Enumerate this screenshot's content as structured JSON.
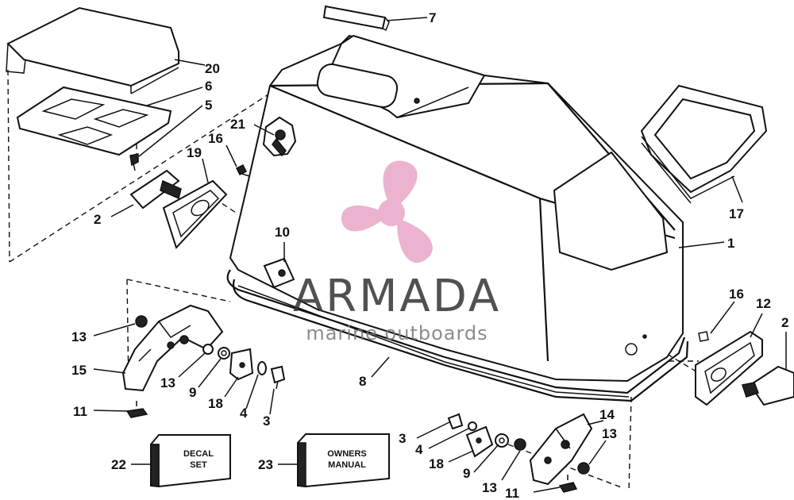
{
  "callouts": [
    {
      "id": "c7",
      "text": "7"
    },
    {
      "id": "c20",
      "text": "20"
    },
    {
      "id": "c6",
      "text": "6"
    },
    {
      "id": "c5",
      "text": "5"
    },
    {
      "id": "c21",
      "text": "21"
    },
    {
      "id": "c16a",
      "text": "16"
    },
    {
      "id": "c19",
      "text": "19"
    },
    {
      "id": "c2a",
      "text": "2"
    },
    {
      "id": "c17",
      "text": "17"
    },
    {
      "id": "c1",
      "text": "1"
    },
    {
      "id": "c10",
      "text": "10"
    },
    {
      "id": "c16b",
      "text": "16"
    },
    {
      "id": "c12",
      "text": "12"
    },
    {
      "id": "c2b",
      "text": "2"
    },
    {
      "id": "c13a",
      "text": "13"
    },
    {
      "id": "c15",
      "text": "15"
    },
    {
      "id": "c13b",
      "text": "13"
    },
    {
      "id": "c9a",
      "text": "9"
    },
    {
      "id": "c18a",
      "text": "18"
    },
    {
      "id": "c4a",
      "text": "4"
    },
    {
      "id": "c3a",
      "text": "3"
    },
    {
      "id": "c8",
      "text": "8"
    },
    {
      "id": "c11a",
      "text": "11"
    },
    {
      "id": "c22",
      "text": "22"
    },
    {
      "id": "c23",
      "text": "23"
    },
    {
      "id": "c3b",
      "text": "3"
    },
    {
      "id": "c4b",
      "text": "4"
    },
    {
      "id": "c18b",
      "text": "18"
    },
    {
      "id": "c9b",
      "text": "9"
    },
    {
      "id": "c13c",
      "text": "13"
    },
    {
      "id": "c11b",
      "text": "11"
    },
    {
      "id": "c14",
      "text": "14"
    },
    {
      "id": "c13d",
      "text": "13"
    }
  ],
  "boxes": {
    "decal_line1": "DECAL",
    "decal_line2": "SET",
    "manual_line1": "OWNERS",
    "manual_line2": "MANUAL"
  },
  "watermark": {
    "brand": "ARMADA",
    "tagline": "marine outboards",
    "logo_color": "#e8a6c6"
  }
}
